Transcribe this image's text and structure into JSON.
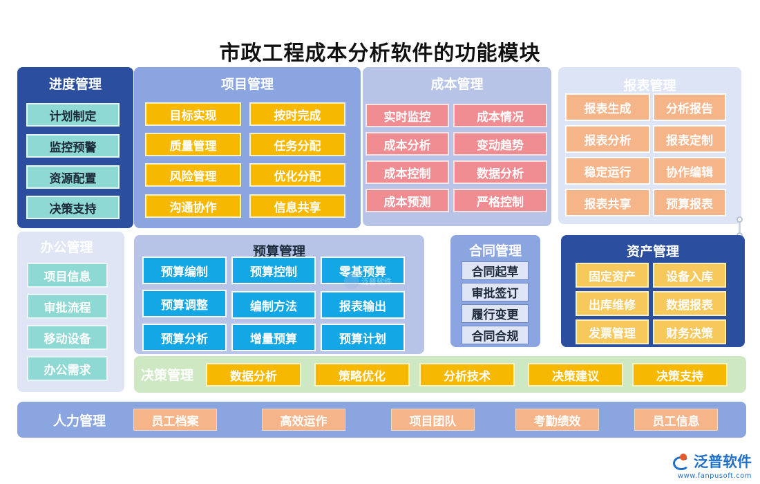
{
  "title": "市政工程成本分析软件的功能模块",
  "modules": {
    "progress": {
      "title": "进度管理",
      "items": [
        "计划制定",
        "监控预警",
        "资源配置",
        "决策支持"
      ]
    },
    "project": {
      "title": "项目管理",
      "items": [
        "目标实现",
        "按时完成",
        "质量管理",
        "任务分配",
        "风险管理",
        "优化分配",
        "沟通协作",
        "信息共享"
      ]
    },
    "cost": {
      "title": "成本管理",
      "items": [
        "实时监控",
        "成本情况",
        "成本分析",
        "变动趋势",
        "成本控制",
        "数据分析",
        "成本预测",
        "严格控制"
      ]
    },
    "report": {
      "title": "报表管理",
      "items": [
        "报表生成",
        "分析报告",
        "报表分析",
        "报表定制",
        "稳定运行",
        "协作编辑",
        "报表共享",
        "预算报表"
      ]
    },
    "office": {
      "title": "办公管理",
      "items": [
        "项目信息",
        "审批流程",
        "移动设备",
        "办公需求"
      ]
    },
    "budget": {
      "title": "预算管理",
      "items": [
        "预算编制",
        "预算控制",
        "零基预算",
        "预算调整",
        "编制方法",
        "报表输出",
        "预算分析",
        "增量预算",
        "预算计划"
      ]
    },
    "contract": {
      "title": "合同管理",
      "items": [
        "合同起草",
        "审批签订",
        "履行变更",
        "合同合规"
      ]
    },
    "asset": {
      "title": "资产管理",
      "items": [
        "固定资产",
        "设备入库",
        "出库维修",
        "数据报表",
        "发票管理",
        "财务决策"
      ]
    },
    "decision": {
      "title": "决策管理",
      "items": [
        "数据分析",
        "策略优化",
        "分析技术",
        "决策建议",
        "决策支持"
      ]
    },
    "hr": {
      "title": "人力管理",
      "items": [
        "员工档案",
        "高效运作",
        "项目团队",
        "考勤绩效",
        "员工信息"
      ]
    }
  },
  "watermark": "泛普软件",
  "logo": {
    "name": "泛普软件",
    "url": "www.fanpusoft.com"
  }
}
